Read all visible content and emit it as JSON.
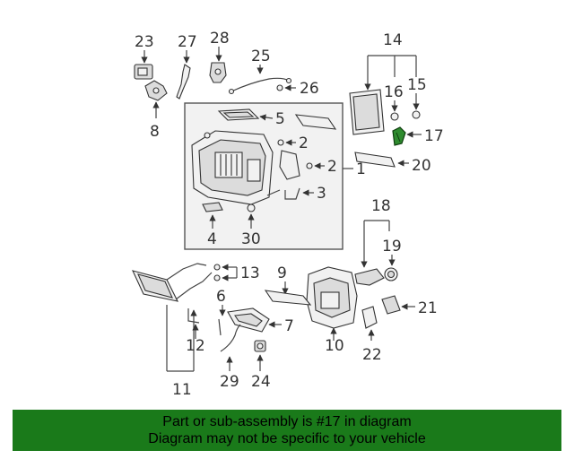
{
  "labels": {
    "p1": "1",
    "p2a": "2",
    "p2b": "2",
    "p3": "3",
    "p4": "4",
    "p5": "5",
    "p6": "6",
    "p7": "7",
    "p8": "8",
    "p9": "9",
    "p10": "10",
    "p11": "11",
    "p12": "12",
    "p13": "13",
    "p14": "14",
    "p15": "15",
    "p16": "16",
    "p17": "17",
    "p18": "18",
    "p19": "19",
    "p20": "20",
    "p21": "21",
    "p22": "22",
    "p23": "23",
    "p24": "24",
    "p25": "25",
    "p26": "26",
    "p27": "27",
    "p28": "28",
    "p29": "29",
    "p30": "30"
  },
  "banner": {
    "line1": "Part or sub-assembly is #17 in diagram",
    "line2": "Diagram may not be specific to your vehicle"
  },
  "colors": {
    "banner_bg": "#1a7a1a",
    "highlight_part": "#2e8b2e"
  }
}
